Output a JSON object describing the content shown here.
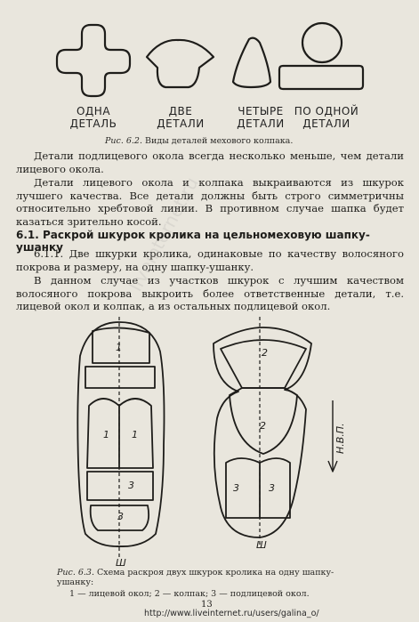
{
  "shape_labels": [
    {
      "line1": "ОДНА",
      "line2": "ДЕТАЛЬ"
    },
    {
      "line1": "ДВЕ",
      "line2": "ДЕТАЛИ"
    },
    {
      "line1": "ЧЕТЫРЕ",
      "line2": "ДЕТАЛИ"
    },
    {
      "line1": "ПО ОДНОЙ",
      "line2": "ДЕТАЛИ"
    }
  ],
  "fig62_caption": {
    "number": "Рис. 6.2.",
    "text": "Виды деталей мехового колпака."
  },
  "paragraphs": {
    "p1": "Детали подлицевого окола всегда несколько меньше, чем детали лицевого окола.",
    "p2": "Детали лицевого окола и колпака выкраиваются из шкурок лучшего качества. Все детали должны быть строго симметричны относительно хребтовой линии. В противном случае шапка будет казаться зрительно косой.",
    "p3": "6.1.1. Две шкурки кролика, одинаковые по качеству волосяного покрова и размеру, на одну шапку-ушанку.",
    "p4": "В данном случае из участков шкурок с лучшим качеством волосяного покрова выкроить более ответственные детали, т.е. лицевой окол и колпак, а из остальных подлицевой окол."
  },
  "section_heading": "6.1. Раскрой шкурок кролика на цельномеховую шапку-ушанку",
  "diagram_labels": {
    "left": [
      "1",
      "1",
      "1",
      "3",
      "3"
    ],
    "right": [
      "2",
      "2",
      "3",
      "3"
    ],
    "axis_left": "Ш",
    "axis_right": "Ш",
    "arrow": "Н.В.П."
  },
  "fig63_caption": {
    "number": "Рис. 6.3.",
    "text": "Схема раскроя двух шкурок кролика на одну шапку-ушанку:",
    "legend": "1 — лицевой окол; 2 — колпак; 3 — подлицевой окол."
  },
  "page_number": "13",
  "watermark": "liveinternet.ru",
  "url": "http://www.liveinternet.ru/users/galina_o/"
}
